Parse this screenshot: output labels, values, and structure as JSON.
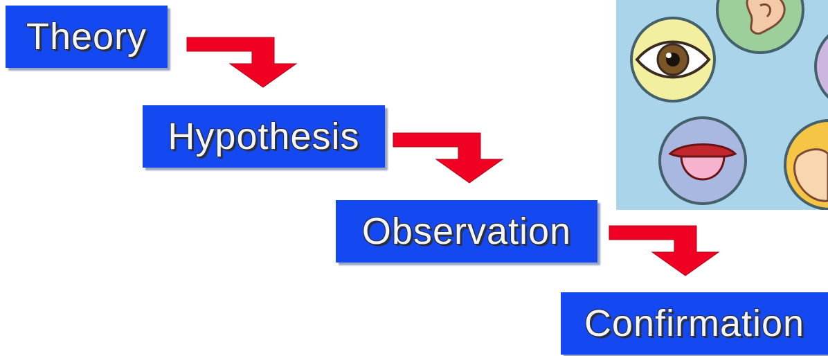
{
  "steps": [
    {
      "label": "Theory"
    },
    {
      "label": "Hypothesis"
    },
    {
      "label": "Observation"
    },
    {
      "label": "Confirmation"
    }
  ],
  "colors": {
    "box": "#1448f0",
    "arrow": "#f00022",
    "panel": "#a9d4ea"
  },
  "icons": [
    "ear-icon",
    "eye-icon",
    "nose-icon",
    "tongue-icon",
    "hand-icon"
  ]
}
